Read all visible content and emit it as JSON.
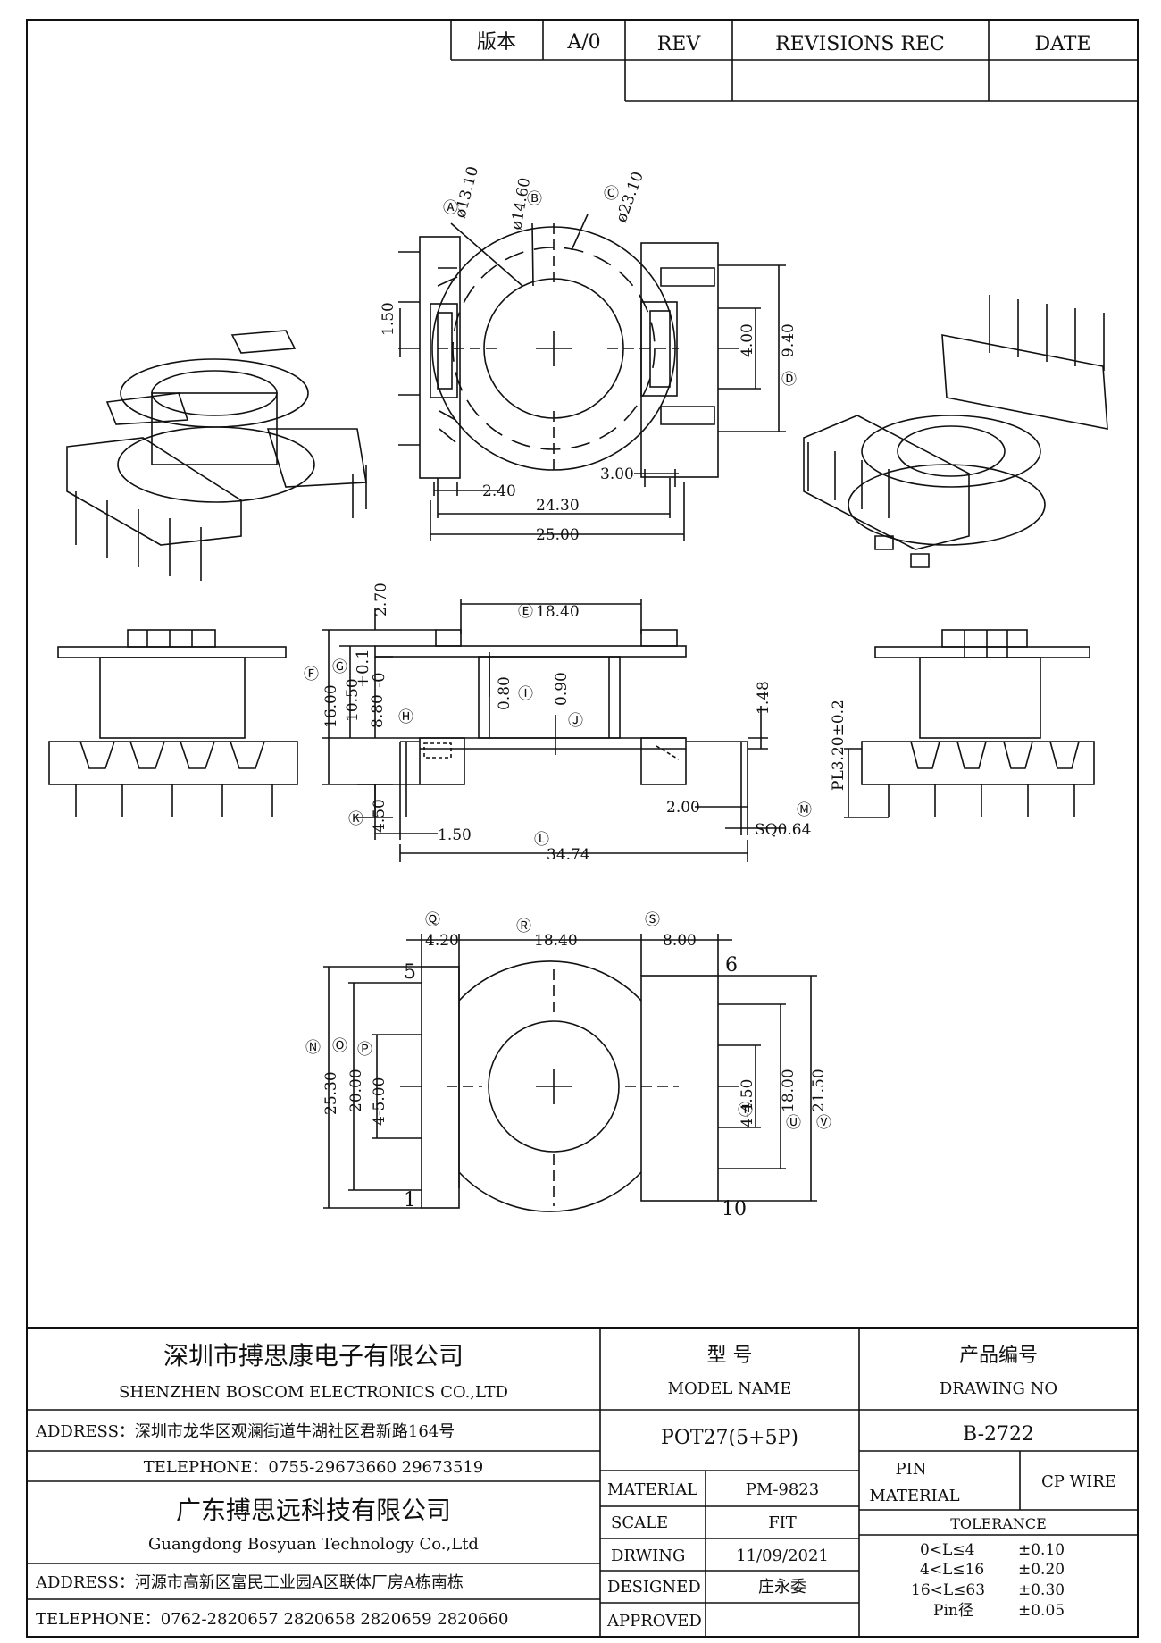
{
  "revision_table": {
    "version_label": "版本",
    "version_value": "A/0",
    "rev_label": "REV",
    "revisions_label": "REVISIONS REC",
    "date_label": "DATE"
  },
  "top_view": {
    "a": "Ⓐ",
    "a_val": "ø13.10",
    "b": "Ⓑ",
    "b_val": "ø14.60",
    "c": "Ⓒ",
    "c_val": "ø23.10",
    "d": "Ⓓ",
    "d_1_50": "1.50",
    "d_4_00": "4.00",
    "d_9_40": "9.40",
    "d_2_40": "2.40",
    "d_3_00": "3.00",
    "d_24_30": "24.30",
    "d_25_00": "25.00"
  },
  "side_view": {
    "e": "Ⓔ",
    "e_val": "18.40",
    "f": "Ⓕ",
    "f_val": "16.00",
    "g": "Ⓖ",
    "g_val": "10.50",
    "h": "Ⓗ",
    "h_val": "8.80",
    "h_tol_plus": "+0.1",
    "h_tol_minus": "-0",
    "i": "Ⓘ",
    "i_val": "0.80",
    "j": "Ⓙ",
    "j_val": "0.90",
    "k": "Ⓚ",
    "k_val": "4.50",
    "l": "Ⓛ",
    "l_val": "34.74",
    "m": "Ⓜ",
    "m_val": "SQ0.64",
    "top_2_70": "2.70",
    "v_1_48": "1.48",
    "h_2_00": "2.00",
    "h_1_50": "1.50",
    "pl": "PL3.20±0.2"
  },
  "bottom_view": {
    "q": "Ⓠ",
    "q_val": "4.20",
    "r": "Ⓡ",
    "r_val": "18.40",
    "s": "Ⓢ",
    "s_val": "8.00",
    "n": "Ⓝ",
    "n_val": "25.30",
    "o": "Ⓞ",
    "o_val": "20.00",
    "p": "Ⓟ",
    "p_val": "4-5.00",
    "t": "Ⓣ",
    "t_val": "4-4.50",
    "u": "Ⓤ",
    "u_val": "18.00",
    "v": "Ⓥ",
    "v_val": "21.50",
    "pin5": "5",
    "pin6": "6",
    "pin1": "1",
    "pin10": "10"
  },
  "title_block": {
    "company1_cn": "深圳市搏思康电子有限公司",
    "company1_en": "SHENZHEN BOSCOM ELECTRONICS CO.,LTD",
    "address1": "ADDRESS：深圳市龙华区观澜街道牛湖社区君新路164号",
    "telephone1": "TELEPHONE：0755-29673660 29673519",
    "company2_cn": "广东搏思远科技有限公司",
    "company2_en": "Guangdong Bosyuan Technology Co.,Ltd",
    "address2": "ADDRESS：河源市高新区富民工业园A区联体厂房A栋南栋",
    "telephone2": "TELEPHONE：0762-2820657 2820658 2820659 2820660",
    "model_label_cn": "型    号",
    "model_label_en": "MODEL NAME",
    "model_value": "POT27(5+5P)",
    "drawing_label_cn": "产品编号",
    "drawing_label_en": "DRAWING NO",
    "drawing_value": "B-2722",
    "material_label": "MATERIAL",
    "material_value": "PM-9823",
    "pin_material_label_1": "PIN",
    "pin_material_label_2": "MATERIAL",
    "pin_material_value": "CP WIRE",
    "scale_label": "SCALE",
    "scale_value": "FIT",
    "tolerance_label": "TOLERANCE",
    "drawing_by_label": "DRWING",
    "drawing_date": "11/09/2021",
    "designed_label": "DESIGNED",
    "designed_value": "庄永委",
    "approved_label": "APPROVED",
    "tol1_range": "0<L≤4",
    "tol1_val": "±0.10",
    "tol2_range": "4<L≤16",
    "tol2_val": "±0.20",
    "tol3_range": "16<L≤63",
    "tol3_val": "±0.30",
    "tol4_range": "Pin径",
    "tol4_val": "±0.05"
  }
}
